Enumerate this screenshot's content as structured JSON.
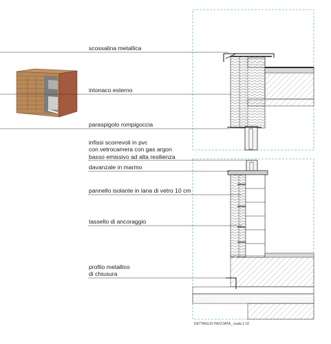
{
  "labels": {
    "scossalina": "scossalina metallica",
    "intonaco": "intonaco esterno",
    "paraspigolo": "paraspigolo rompigoccia",
    "infissi_1": "infissi scorrevoli in pvc",
    "infissi_2": "con vetrocamera con gas argon",
    "infissi_3": "basso emissivo ad alta resilienza",
    "davanzale": "davanzale in marmo",
    "pannello": "pannello isolante in lana di vetro 10 cm",
    "tassello": "tassello di ancoraggio",
    "profilo_1": "profilo metallico",
    "profilo_2": "di chiusura"
  },
  "caption": {
    "title": "DETTAGLIO FACCIATA",
    "scale": "_ scala 1:10"
  },
  "colors": {
    "line": "#1a1a1a",
    "dashed_frame": "#66bfae",
    "brick": "#a35a3f",
    "wood": "#b88a5a",
    "gray_panel": "#7d7d7d"
  }
}
